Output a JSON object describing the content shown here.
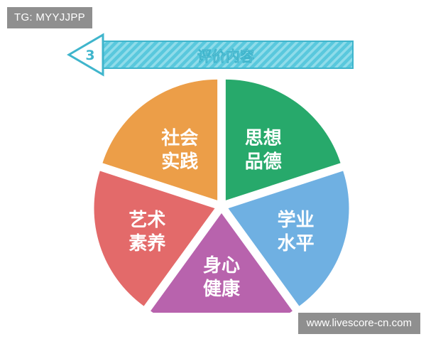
{
  "watermarks": {
    "top_left": "TG: MYYJJPP",
    "bottom_right": "www.livescore-cn.com"
  },
  "banner": {
    "number": "3",
    "title": "评价内容",
    "colors": {
      "fill": "#59c8dd",
      "border": "#3fb5cc",
      "stripe": "#8fdcea",
      "number": "#3fb5cc"
    }
  },
  "segments": [
    {
      "line1": "思想",
      "line2": "品德",
      "color": "#27a96b"
    },
    {
      "line1": "学业",
      "line2": "水平",
      "color": "#6fb0e2"
    },
    {
      "line1": "身心",
      "line2": "健康",
      "color": "#b863ad"
    },
    {
      "line1": "艺术",
      "line2": "素养",
      "color": "#e36a6a"
    },
    {
      "line1": "社会",
      "line2": "实践",
      "color": "#ec9e48"
    }
  ]
}
